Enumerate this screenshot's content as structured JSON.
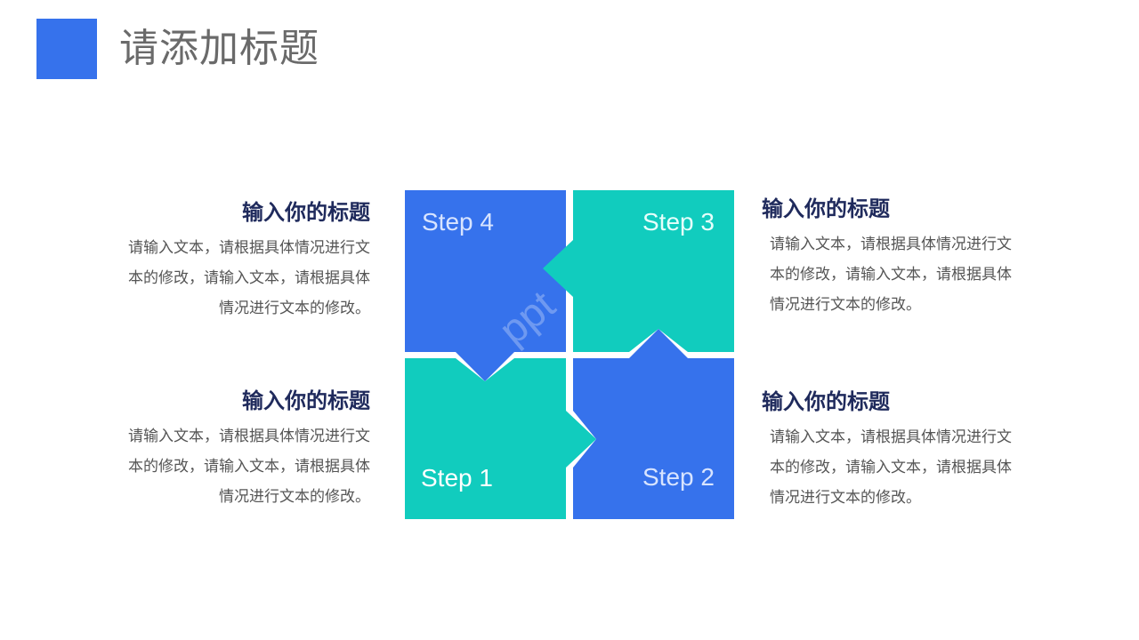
{
  "header": {
    "title": "请添加标题"
  },
  "colors": {
    "blue": "#3672ec",
    "teal": "#11ccbe",
    "title_gray": "#6a6a6a",
    "heading_navy": "#1f2a5c"
  },
  "steps": {
    "step1": "Step 1",
    "step2": "Step 2",
    "step3": "Step 3",
    "step4": "Step 4"
  },
  "blocks": {
    "top_left": {
      "heading": "输入你的标题",
      "lines": [
        "请输入文本，请根据具体情况进行文",
        "本的修改，请输入文本，请根据具体",
        "情况进行文本的修改。"
      ]
    },
    "bottom_left": {
      "heading": "输入你的标题",
      "lines": [
        "请输入文本，请根据具体情况进行文",
        "本的修改，请输入文本，请根据具体",
        "情况进行文本的修改。"
      ]
    },
    "top_right": {
      "heading": "输入你的标题",
      "lines": [
        "请输入文本，请根据具体情况进行文",
        "本的修改，请输入文本，请根据具体",
        "情况进行文本的修改。"
      ]
    },
    "bottom_right": {
      "heading": "输入你的标题",
      "lines": [
        "请输入文本，请根据具体情况进行文",
        "本的修改，请输入文本，请根据具体",
        "情况进行文本的修改。"
      ]
    }
  }
}
